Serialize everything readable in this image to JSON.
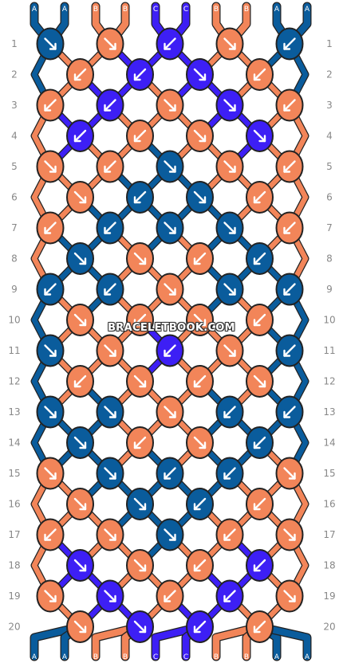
{
  "watermark": "BRACELETBOOK.COM",
  "colors": {
    "A": "#0a5c9c",
    "B": "#f28559",
    "C": "#3d1ff5"
  },
  "strands_top": [
    "A",
    "A",
    "B",
    "B",
    "C",
    "C",
    "B",
    "B",
    "A",
    "A"
  ],
  "strands_bottom": [
    "A",
    "A",
    "B",
    "B",
    "C",
    "C",
    "B",
    "B",
    "A",
    "A"
  ],
  "rows": [
    {
      "n": "1",
      "knots": [
        [
          "A",
          "r"
        ],
        [
          "B",
          "r"
        ],
        [
          "C",
          "l"
        ],
        [
          "B",
          "r"
        ],
        [
          "A",
          "l"
        ]
      ]
    },
    {
      "n": "2",
      "knots": [
        [
          "B",
          "l"
        ],
        [
          "C",
          "l"
        ],
        [
          "C",
          "r"
        ],
        [
          "B",
          "l"
        ]
      ]
    },
    {
      "n": "3",
      "knots": [
        [
          "B",
          "l"
        ],
        [
          "C",
          "l"
        ],
        [
          "B",
          "r"
        ],
        [
          "C",
          "r"
        ],
        [
          "B",
          "l"
        ]
      ]
    },
    {
      "n": "4",
      "knots": [
        [
          "C",
          "l"
        ],
        [
          "B",
          "l"
        ],
        [
          "B",
          "r"
        ],
        [
          "C",
          "r"
        ]
      ]
    },
    {
      "n": "5",
      "knots": [
        [
          "B",
          "r"
        ],
        [
          "B",
          "l"
        ],
        [
          "A",
          "r"
        ],
        [
          "B",
          "r"
        ],
        [
          "B",
          "l"
        ]
      ]
    },
    {
      "n": "6",
      "knots": [
        [
          "B",
          "r"
        ],
        [
          "A",
          "l"
        ],
        [
          "A",
          "r"
        ],
        [
          "B",
          "l"
        ]
      ]
    },
    {
      "n": "7",
      "knots": [
        [
          "B",
          "l"
        ],
        [
          "A",
          "l"
        ],
        [
          "A",
          "r"
        ],
        [
          "A",
          "r"
        ],
        [
          "B",
          "l"
        ]
      ]
    },
    {
      "n": "8",
      "knots": [
        [
          "A",
          "r"
        ],
        [
          "B",
          "r"
        ],
        [
          "B",
          "l"
        ],
        [
          "A",
          "l"
        ]
      ]
    },
    {
      "n": "9",
      "knots": [
        [
          "A",
          "l"
        ],
        [
          "A",
          "l"
        ],
        [
          "B",
          "r"
        ],
        [
          "A",
          "r"
        ],
        [
          "A",
          "l"
        ]
      ]
    },
    {
      "n": "10",
      "knots": [
        [
          "B",
          "r"
        ],
        [
          "B",
          "l"
        ],
        [
          "B",
          "r"
        ],
        [
          "B",
          "l"
        ]
      ]
    },
    {
      "n": "11",
      "knots": [
        [
          "A",
          "r"
        ],
        [
          "B",
          "r"
        ],
        [
          "C",
          "l"
        ],
        [
          "B",
          "r"
        ],
        [
          "A",
          "l"
        ]
      ]
    },
    {
      "n": "12",
      "knots": [
        [
          "B",
          "l"
        ],
        [
          "B",
          "r"
        ],
        [
          "B",
          "l"
        ],
        [
          "B",
          "r"
        ]
      ]
    },
    {
      "n": "13",
      "knots": [
        [
          "A",
          "r"
        ],
        [
          "A",
          "r"
        ],
        [
          "B",
          "r"
        ],
        [
          "A",
          "l"
        ],
        [
          "A",
          "l"
        ]
      ]
    },
    {
      "n": "14",
      "knots": [
        [
          "A",
          "r"
        ],
        [
          "B",
          "l"
        ],
        [
          "B",
          "r"
        ],
        [
          "A",
          "l"
        ]
      ]
    },
    {
      "n": "15",
      "knots": [
        [
          "B",
          "r"
        ],
        [
          "A",
          "r"
        ],
        [
          "A",
          "l"
        ],
        [
          "A",
          "l"
        ],
        [
          "B",
          "r"
        ]
      ]
    },
    {
      "n": "16",
      "knots": [
        [
          "B",
          "r"
        ],
        [
          "A",
          "r"
        ],
        [
          "A",
          "l"
        ],
        [
          "B",
          "l"
        ]
      ]
    },
    {
      "n": "17",
      "knots": [
        [
          "B",
          "l"
        ],
        [
          "B",
          "r"
        ],
        [
          "A",
          "r"
        ],
        [
          "B",
          "l"
        ],
        [
          "B",
          "r"
        ]
      ]
    },
    {
      "n": "18",
      "knots": [
        [
          "C",
          "r"
        ],
        [
          "B",
          "r"
        ],
        [
          "B",
          "l"
        ],
        [
          "C",
          "l"
        ]
      ]
    },
    {
      "n": "19",
      "knots": [
        [
          "B",
          "r"
        ],
        [
          "C",
          "r"
        ],
        [
          "B",
          "l"
        ],
        [
          "C",
          "l"
        ],
        [
          "B",
          "r"
        ]
      ]
    },
    {
      "n": "20",
      "knots": [
        [
          "B",
          "r"
        ],
        [
          "C",
          "r"
        ],
        [
          "C",
          "l"
        ],
        [
          "B",
          "l"
        ]
      ]
    }
  ]
}
